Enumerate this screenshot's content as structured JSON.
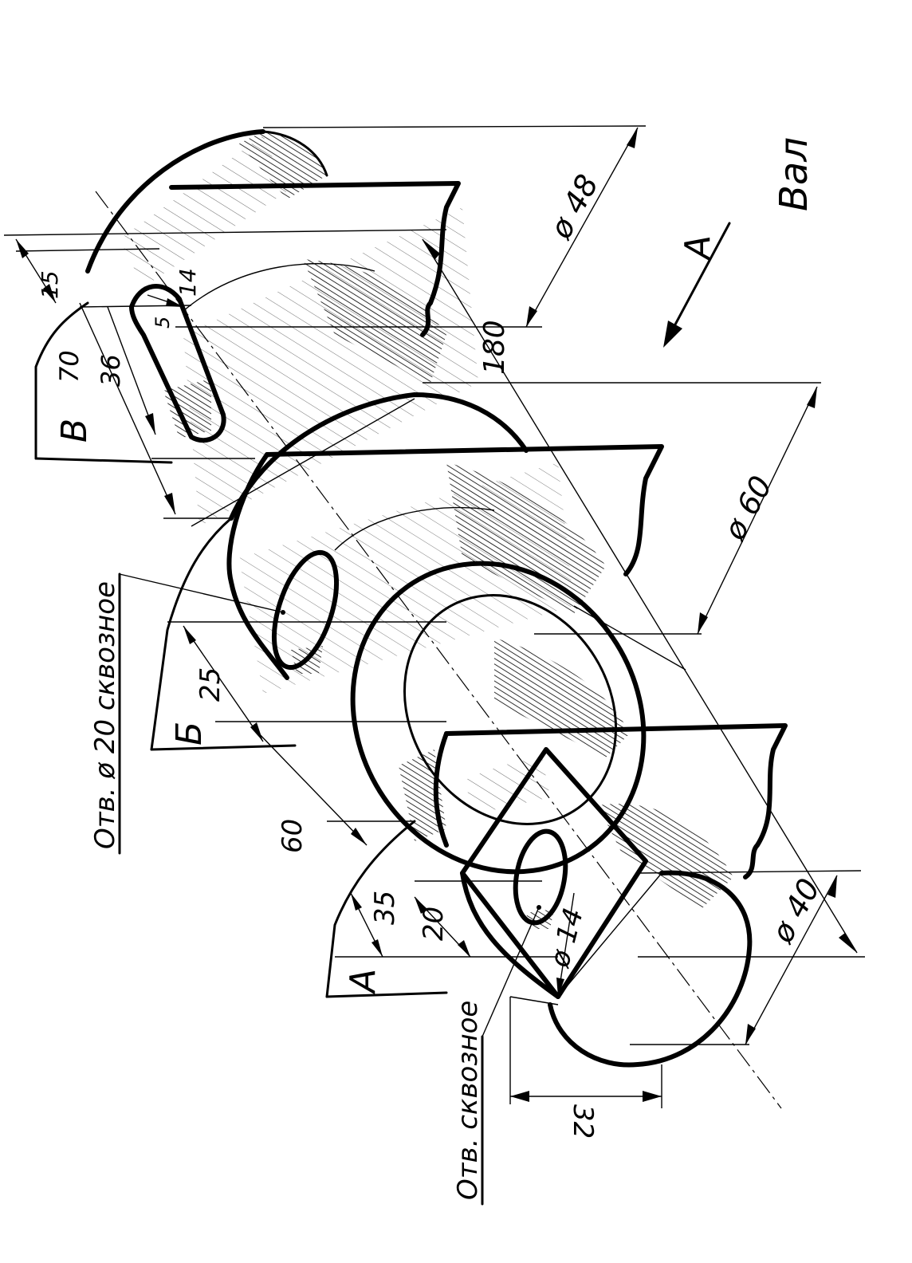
{
  "title": "Вал",
  "view_arrow_label": "А",
  "sections": {
    "a": "А",
    "b": "Б",
    "v": "В"
  },
  "callouts": {
    "hole_d20": "Отв. ø 20 сквозное",
    "hole_through": "Отв. сквозное"
  },
  "dimensions": {
    "d48": "ø 48",
    "d60": "ø 60",
    "d40": "ø 40",
    "d14": "ø 14",
    "len180": "180",
    "len70": "70",
    "len36": "36",
    "len15": "15",
    "len14": "14",
    "len5": "5",
    "len25": "25",
    "len60": "60",
    "len35": "35",
    "len20": "20",
    "len32": "32"
  }
}
